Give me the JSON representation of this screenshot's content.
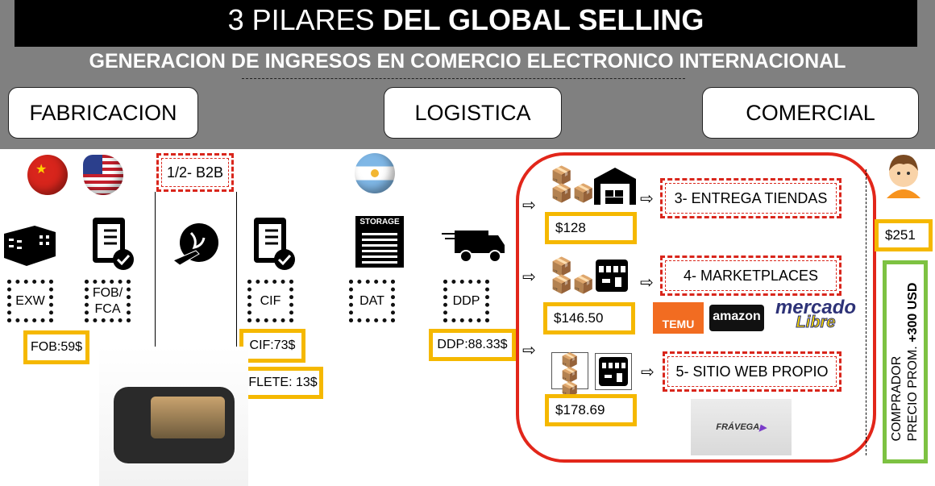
{
  "header": {
    "title_light": "3 PILARES ",
    "title_bold": "DEL GLOBAL SELLING",
    "subtitle": "GENERACION DE INGRESOS EN COMERCIO ELECTRONICO INTERNACIONAL"
  },
  "pillars": [
    "FABRICACION",
    "LOGISTICA",
    "COMERCIAL"
  ],
  "b2b_label": "1/2- B2B",
  "incoterms": [
    "EXW",
    "FOB/ FCA",
    "CIF",
    "DAT",
    "DDP"
  ],
  "prices": {
    "fob": "FOB:59$",
    "cif": "CIF:73$",
    "flete": "FLETE: 13$",
    "ddp": "DDP:88.33$"
  },
  "channels": [
    {
      "label": "3- ENTREGA TIENDAS",
      "price": "$128"
    },
    {
      "label": "4- MARKETPLACES",
      "price": "$146.50"
    },
    {
      "label": "5- SITIO WEB PROPIO",
      "price": "$178.69"
    }
  ],
  "logos": {
    "temu": "TEMU",
    "amazon": "amazon",
    "mercadolibre_1": "mercado",
    "mercadolibre_2": "Libre",
    "frevega": "FRÁVEGA"
  },
  "buyer": {
    "price": "$251",
    "line1": "COMPRADOR",
    "line2_prefix": "PRECIO PROM. ",
    "line2_bold": "+300 USD"
  },
  "storage_label": "STORAGE",
  "colors": {
    "gold": "#f5b800",
    "red": "#e2261a",
    "green": "#7dc242",
    "gray": "#808080"
  }
}
